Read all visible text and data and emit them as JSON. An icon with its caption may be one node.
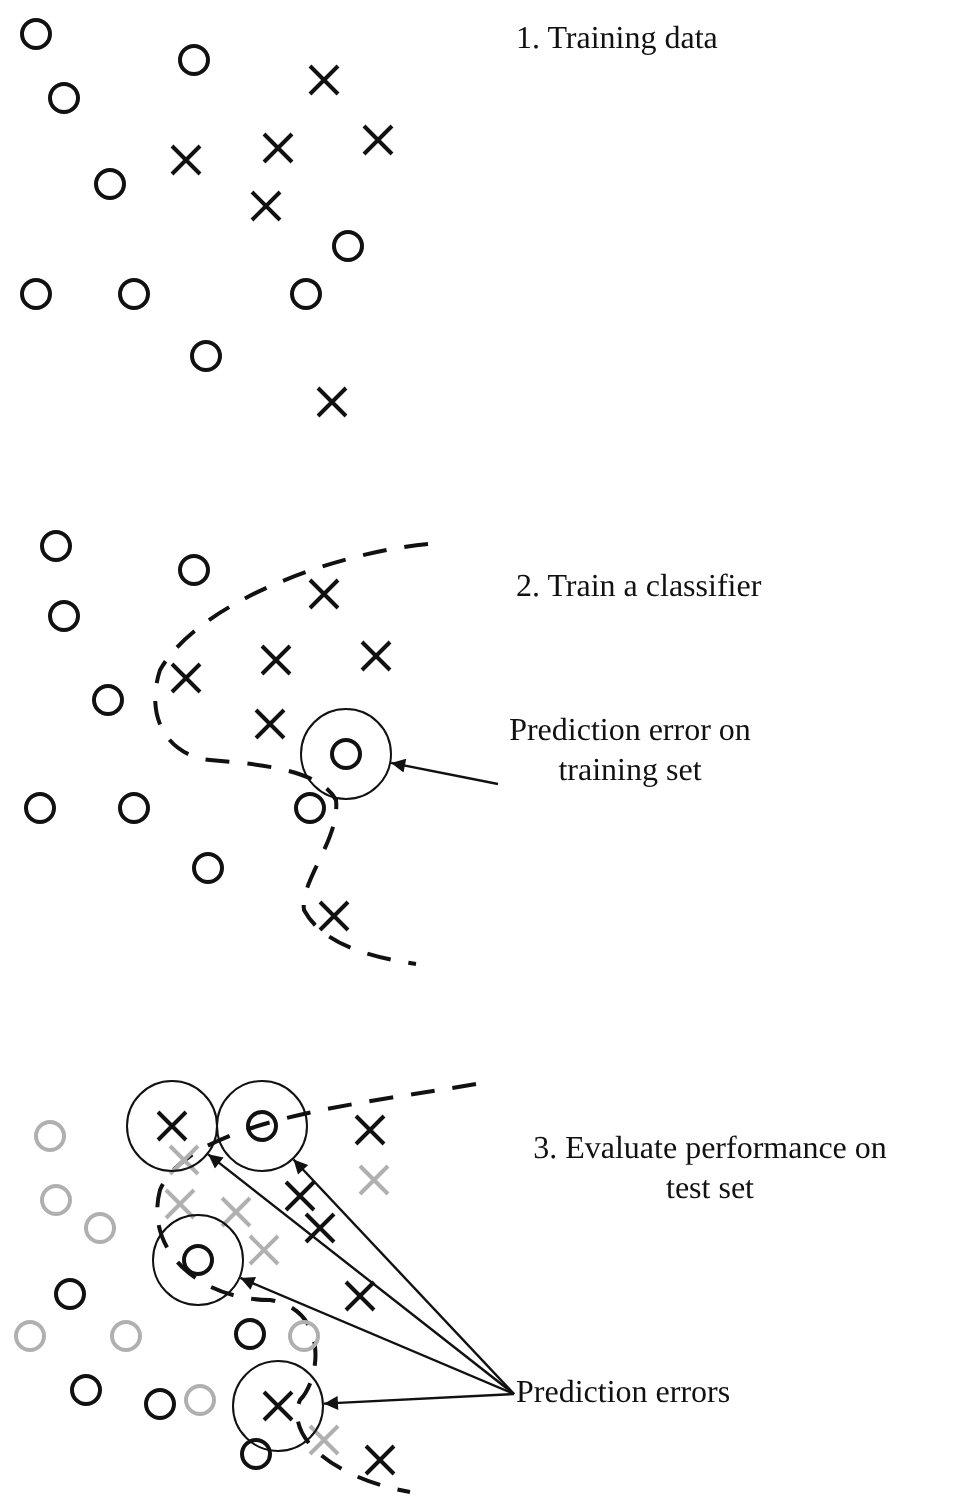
{
  "diagram": {
    "nodes": [
      {
        "text": [
          "Prediction error on training set"
        ]
      },
      {
        "text": [],
        "shape": "circle"
      },
      {
        "text": [
          "Prediction errors"
        ]
      },
      {
        "text": [],
        "shape": "circle"
      },
      {
        "text": [],
        "shape": "circle"
      },
      {
        "text": [],
        "shape": "circle"
      },
      {
        "text": [],
        "shape": "circle"
      }
    ],
    "edges": [
      {
        "from": 0,
        "to": 1,
        "arrow": "to"
      },
      {
        "from": 2,
        "to": 3,
        "arrow": "to"
      },
      {
        "from": 2,
        "to": 4,
        "arrow": "to"
      },
      {
        "from": 2,
        "to": 5,
        "arrow": "to"
      },
      {
        "from": 2,
        "to": 6,
        "arrow": "to"
      }
    ],
    "labels": [
      "1. Training data",
      "2. Train a classifier",
      "3. Evaluate performance on test set"
    ]
  }
}
